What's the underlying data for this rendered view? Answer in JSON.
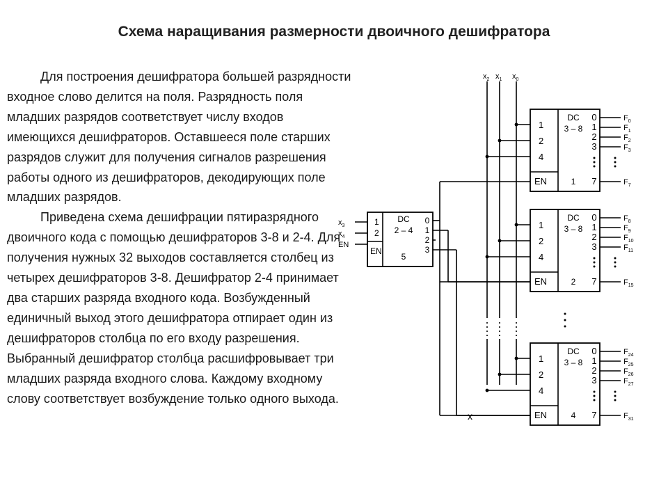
{
  "title": "Схема наращивания размерности двоичного дешифратора",
  "paragraphs": [
    "Для построения дешифратора большей разрядности входное слово делится на поля. Разрядность поля младших разрядов соответствует числу входов имеющихся дешифраторов. Оставшееся поле старших разрядов служит для получения сигналов разрешения работы одного из дешифраторов, декодирующих поле младших разрядов.",
    "Приведена схема дешифрации пятиразрядного двоичного кода с помощью дешифраторов 3-8 и 2-4. Для получения нужных 32 выходов составляется столбец из четырех дешифраторов 3-8. Дешифратор 2-4 принимает два старших разряда входного кода. Возбужденный единичный выход этого дешифратора отпирает один из дешифраторов столбца по его входу разрешения. Выбранный дешифратор столбца расшифровывает три младших разряда входного слова. Каждому входному слову соответствует возбуждение только одного выхода."
  ],
  "diagram": {
    "bus_labels": [
      {
        "name": "x",
        "sub": "2"
      },
      {
        "name": "x",
        "sub": "1"
      },
      {
        "name": "x",
        "sub": "0"
      }
    ],
    "small_decoder": {
      "type": "DC",
      "kind": "2 – 4",
      "inputs": [
        "1",
        "2"
      ],
      "en": "EN",
      "outputs": [
        "0",
        "1",
        "2",
        "3"
      ],
      "index": "5",
      "input_labels": [
        {
          "name": "x",
          "sub": "3"
        },
        {
          "name": "x",
          "sub": "4"
        },
        {
          "name": "EN",
          "sub": ""
        }
      ]
    },
    "decoders": [
      {
        "type": "DC",
        "kind": "3 – 8",
        "inputs": [
          "1",
          "2",
          "4"
        ],
        "en": "EN",
        "outputs": [
          "0",
          "1",
          "2",
          "3",
          "7"
        ],
        "index": "1",
        "output_labels": [
          {
            "name": "F",
            "sub": "0"
          },
          {
            "name": "F",
            "sub": "1"
          },
          {
            "name": "F",
            "sub": "2"
          },
          {
            "name": "F",
            "sub": "3"
          },
          {
            "name": "F",
            "sub": "7"
          }
        ]
      },
      {
        "type": "DC",
        "kind": "3 – 8",
        "inputs": [
          "1",
          "2",
          "4"
        ],
        "en": "EN",
        "outputs": [
          "0",
          "1",
          "2",
          "3",
          "7"
        ],
        "index": "2",
        "output_labels": [
          {
            "name": "F",
            "sub": "8"
          },
          {
            "name": "F",
            "sub": "9"
          },
          {
            "name": "F",
            "sub": "10"
          },
          {
            "name": "F",
            "sub": "11"
          },
          {
            "name": "F",
            "sub": "15"
          }
        ]
      },
      {
        "type": "DC",
        "kind": "3 – 8",
        "inputs": [
          "1",
          "2",
          "4"
        ],
        "en": "EN",
        "outputs": [
          "0",
          "1",
          "2",
          "3",
          "7"
        ],
        "index": "4",
        "output_labels": [
          {
            "name": "F",
            "sub": "24"
          },
          {
            "name": "F",
            "sub": "25"
          },
          {
            "name": "F",
            "sub": "26"
          },
          {
            "name": "F",
            "sub": "27"
          },
          {
            "name": "F",
            "sub": "31"
          }
        ]
      }
    ],
    "cross_mark": "x"
  }
}
